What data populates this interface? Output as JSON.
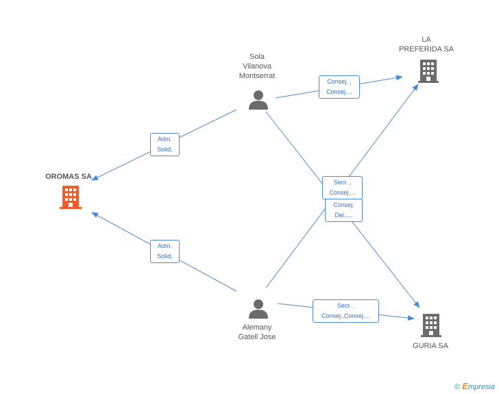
{
  "colors": {
    "edge": "#4a8ad8",
    "company_main": "#f25c2a",
    "company": "#6b6b6b",
    "person": "#6b6b6b",
    "label_text": "#2f6fc4"
  },
  "nodes": {
    "oromas": {
      "label": "OROMAS SA",
      "icon": "building-icon"
    },
    "la_preferida": {
      "label": "LA\nPREFERIDA SA",
      "icon": "building-icon"
    },
    "guria": {
      "label": "GURIA SA",
      "icon": "building-icon"
    },
    "sola": {
      "label": "Sola\nVilanova\nMontserrat",
      "icon": "person-icon"
    },
    "alemany": {
      "label": "Alemany\nGatell Jose",
      "icon": "person-icon"
    }
  },
  "edge_labels": {
    "sola_oromas": "Adm.\nSolid.",
    "alemany_oromas": "Adm.\nSolid.",
    "sola_preferida": "Consej. ,\nConsej....",
    "sola_guria": "Secr. ,\nConsej....",
    "alemany_preferida": "Consej.\nDel.,...",
    "alemany_guria": "Secr. ,\nConsej.,Consej...."
  },
  "brand": {
    "copyright": "©",
    "e": "E",
    "text": "mpresia"
  }
}
